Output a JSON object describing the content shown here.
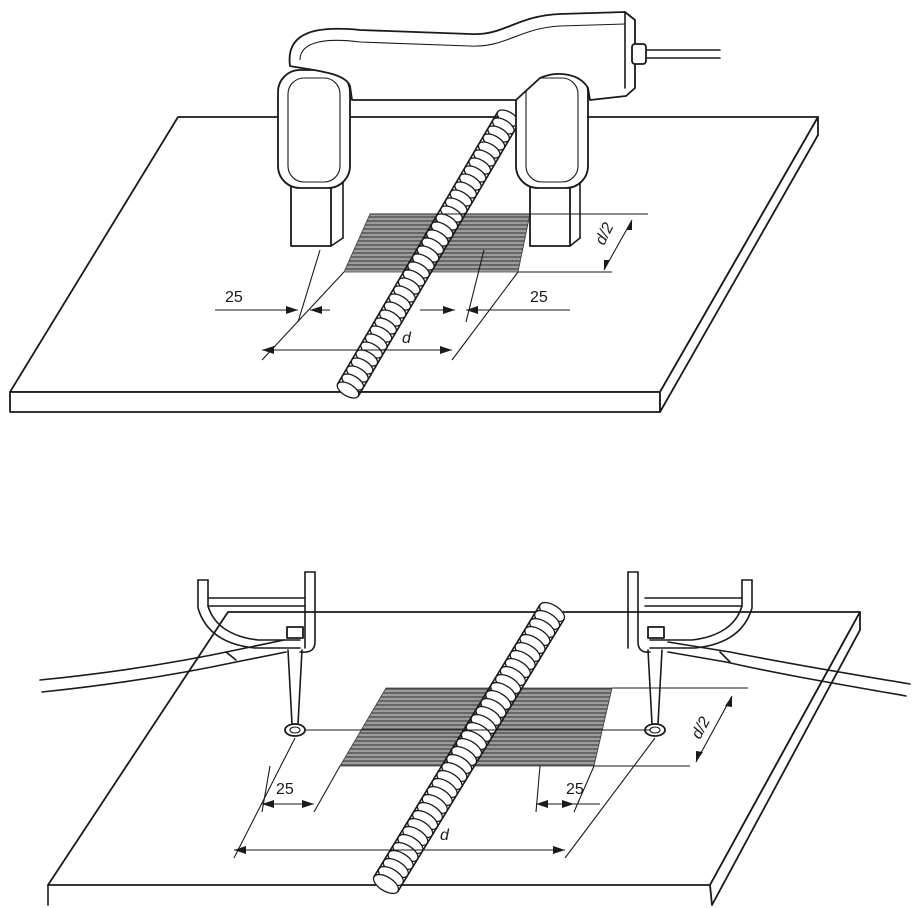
{
  "figure": {
    "top_view": {
      "label_left_offset": "25",
      "label_right_offset": "25",
      "label_distance": "d",
      "label_half_distance": "d/2"
    },
    "bottom_view": {
      "label_left_offset": "25",
      "label_right_offset": "25",
      "label_distance": "d",
      "label_half_distance": "d/2"
    },
    "colors": {
      "line": "#1a1a1a",
      "hatch": "#5a5a5a",
      "background": "#ffffff"
    }
  }
}
